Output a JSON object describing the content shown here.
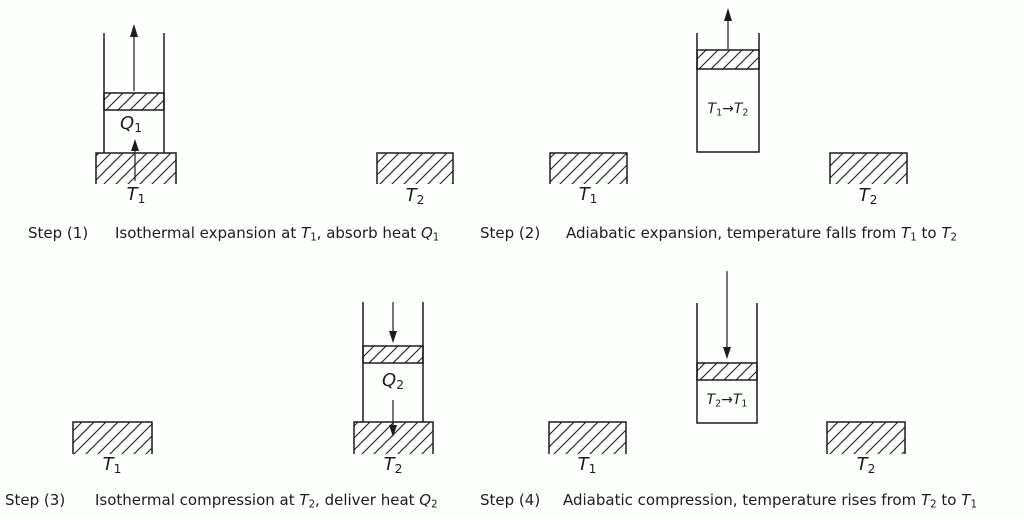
{
  "figure_title": "Carnot cycle four steps diagram",
  "colors": {
    "background": "#fdfffd",
    "ink": "#1c1c1c"
  },
  "labels": {
    "step1": {
      "gas": [
        {
          "m": "Q",
          "s": "1"
        }
      ],
      "hot": [
        {
          "m": "T",
          "s": "1"
        }
      ],
      "cold": [
        {
          "m": "T",
          "s": "2"
        }
      ]
    },
    "step2": {
      "process": [
        {
          "m": "T",
          "s": "1"
        },
        {
          "t": "→"
        },
        {
          "m": "T",
          "s": "2"
        }
      ],
      "hot": [
        {
          "m": "T",
          "s": "1"
        }
      ],
      "cold": [
        {
          "m": "T",
          "s": "2"
        }
      ]
    },
    "step3": {
      "gas": [
        {
          "m": "Q",
          "s": "2"
        }
      ],
      "hot": [
        {
          "m": "T",
          "s": "1"
        }
      ],
      "cold": [
        {
          "m": "T",
          "s": "2"
        }
      ]
    },
    "step4": {
      "process": [
        {
          "m": "T",
          "s": "2"
        },
        {
          "t": "→"
        },
        {
          "m": "T",
          "s": "1"
        }
      ],
      "hot": [
        {
          "m": "T",
          "s": "1"
        }
      ],
      "cold": [
        {
          "m": "T",
          "s": "2"
        }
      ]
    }
  },
  "captions": [
    {
      "label": "Step (1)",
      "desc": [
        {
          "t": "Isothermal expansion at "
        },
        {
          "m": "T",
          "s": "1"
        },
        {
          "t": ", absorb heat "
        },
        {
          "m": "Q",
          "s": "1"
        }
      ]
    },
    {
      "label": "Step (2)",
      "desc": [
        {
          "t": "Adiabatic expansion, temperature falls from "
        },
        {
          "m": "T",
          "s": "1"
        },
        {
          "t": " to "
        },
        {
          "m": "T",
          "s": "2"
        }
      ]
    },
    {
      "label": "Step (3)",
      "desc": [
        {
          "t": "Isothermal compression at "
        },
        {
          "m": "T",
          "s": "2"
        },
        {
          "t": ", deliver heat "
        },
        {
          "m": "Q",
          "s": "2"
        }
      ]
    },
    {
      "label": "Step (4)",
      "desc": [
        {
          "t": "Adiabatic compression, temperature rises from "
        },
        {
          "m": "T",
          "s": "2"
        },
        {
          "t": " to "
        },
        {
          "m": "T",
          "s": "1"
        }
      ]
    }
  ]
}
